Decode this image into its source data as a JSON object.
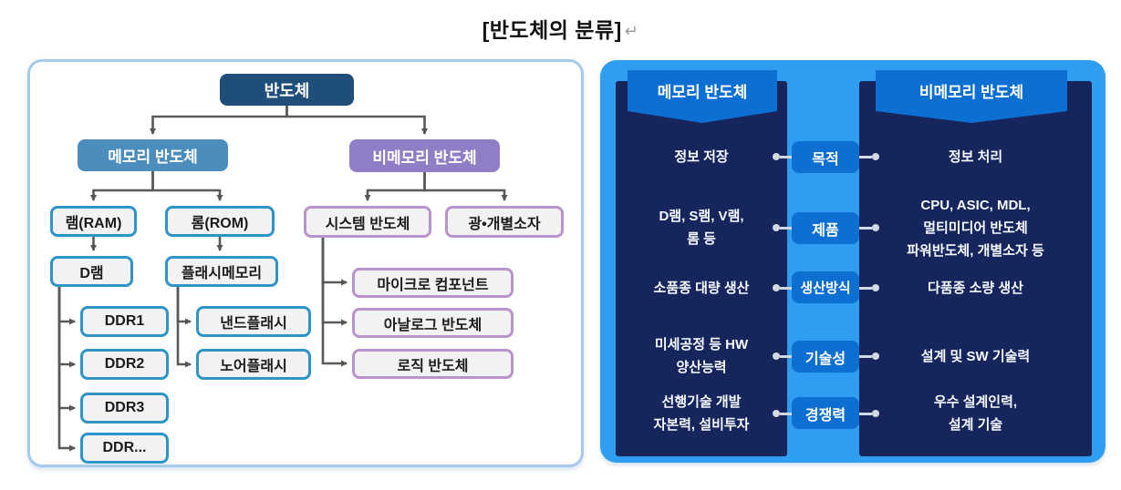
{
  "title": {
    "text": "[반도체의 분류]",
    "return_mark": "↵"
  },
  "tree": {
    "root": "반도체",
    "memory": "메모리 반도체",
    "non_memory": "비메모리 반도체",
    "ram": "램(RAM)",
    "rom": "롬(ROM)",
    "dram": "D램",
    "flash_memory": "플래시메모리",
    "ddr1": "DDR1",
    "ddr2": "DDR2",
    "ddr3": "DDR3",
    "ddr_more": "DDR...",
    "nand_flash": "낸드플래시",
    "nor_flash": "노어플래시",
    "system": "시스템 반도체",
    "optical_discrete": "광•개별소자",
    "micro_component": "마이크로 컴포넌트",
    "analog": "아날로그 반도체",
    "logic": "로직 반도체"
  },
  "comparison": {
    "left_header": "메모리 반도체",
    "right_header": "비메모리 반도체",
    "rows": [
      {
        "label": "목적",
        "left": "정보 저장",
        "right": "정보 처리"
      },
      {
        "label": "제품",
        "left": "D램, S램, V램,\n롬 등",
        "right": "CPU, ASIC, MDL,\n멀티미디어 반도체\n파워반도체, 개별소자 등"
      },
      {
        "label": "생산방식",
        "left": "소품종 대량 생산",
        "right": "다품종 소량 생산"
      },
      {
        "label": "기술성",
        "left": "미세공정 등 HW\n양산능력",
        "right": "설계 및 SW 기술력"
      },
      {
        "label": "경쟁력",
        "left": "선행기술 개발\n자본력, 설비투자",
        "right": "우수 설계인력,\n설계 기술"
      }
    ]
  },
  "colors": {
    "frame_blue": "#2F9DF0",
    "navy_column": "#16265C",
    "banner_blue": "#0E6FD2",
    "tree_root_navy": "#1F4E79",
    "memory_steel_blue": "#4B8EBD",
    "non_memory_purple": "#8F7EC6",
    "blue_box_border": "#2F95C8",
    "purple_box_border": "#B993CC",
    "connector_gray": "#595959",
    "panel_border_blue": "#A6CAEC",
    "connector_dot_gray": "#D2D9E2"
  }
}
